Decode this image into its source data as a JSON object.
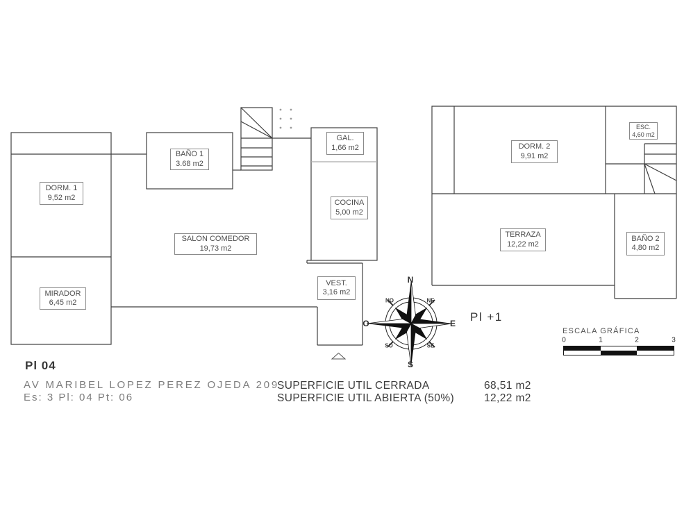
{
  "title_block": {
    "plan_label": "Pl 04",
    "address": "AV MARIBEL LOPEZ PEREZ OJEDA 209",
    "unit_ref": "Es: 3 Pl: 04 Pt: 06"
  },
  "floor_label": "Pl +1",
  "rooms": {
    "dorm1": {
      "name": "DORM. 1",
      "area": "9,52 m2"
    },
    "bano1": {
      "name": "BAÑO 1",
      "area": "3.68 m2"
    },
    "salon": {
      "name": "SALON COMEDOR",
      "area": "19,73 m2"
    },
    "mirador": {
      "name": "MIRADOR",
      "area": "6,45 m2"
    },
    "gal": {
      "name": "GAL.",
      "area": "1,66 m2"
    },
    "cocina": {
      "name": "COCINA",
      "area": "5,00 m2"
    },
    "vest": {
      "name": "VEST.",
      "area": "3,16 m2"
    },
    "dorm2": {
      "name": "DORM. 2",
      "area": "9,91 m2"
    },
    "esc": {
      "name": "ESC.",
      "area": "4,60 m2"
    },
    "terraza": {
      "name": "TERRAZA",
      "area": "12,22 m2"
    },
    "bano2": {
      "name": "BAÑO 2",
      "area": "4,80 m2"
    }
  },
  "compass": {
    "n": "N",
    "s": "S",
    "e": "E",
    "w": "O",
    "ne": "NE",
    "nw": "NO",
    "se": "SE",
    "sw": "SO"
  },
  "scale_bar": {
    "title": "ESCALA GRÁFICA",
    "ticks": [
      "0",
      "1",
      "2",
      "3"
    ]
  },
  "summary": {
    "closed": {
      "label": "SUPERFICIE UTIL CERRADA",
      "value": "68,51 m2"
    },
    "open": {
      "label": "SUPERFICIE UTIL ABIERTA (50%)",
      "value": "12,22 m2"
    }
  }
}
